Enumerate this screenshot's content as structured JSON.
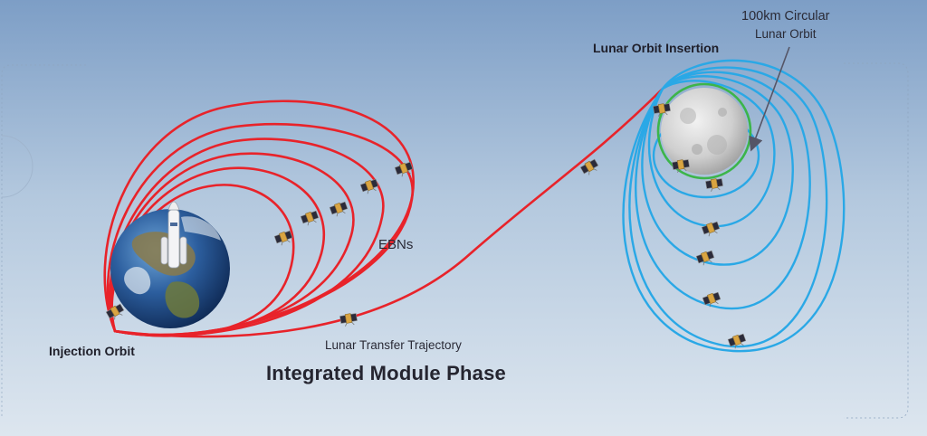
{
  "title": "Integrated Module Phase",
  "labels": {
    "injection_orbit": "Injection Orbit",
    "ebns": "EBNs",
    "lunar_transfer_trajectory": "Lunar Transfer Trajectory",
    "lunar_orbit_insertion": "Lunar Orbit Insertion",
    "circular_orbit_line1": "100km Circular",
    "circular_orbit_line2": "Lunar Orbit"
  },
  "colors": {
    "earth_orbits": "#e8232a",
    "transfer_trajectory": "#e8232a",
    "lunar_orbits": "#2aa8e6",
    "circular_lunar_orbit": "#3cb54a",
    "arrow": "#555566"
  },
  "icons": {
    "earth": "earth-icon",
    "moon": "moon-icon",
    "rocket": "rocket-icon",
    "spacecraft": "spacecraft-icon"
  }
}
